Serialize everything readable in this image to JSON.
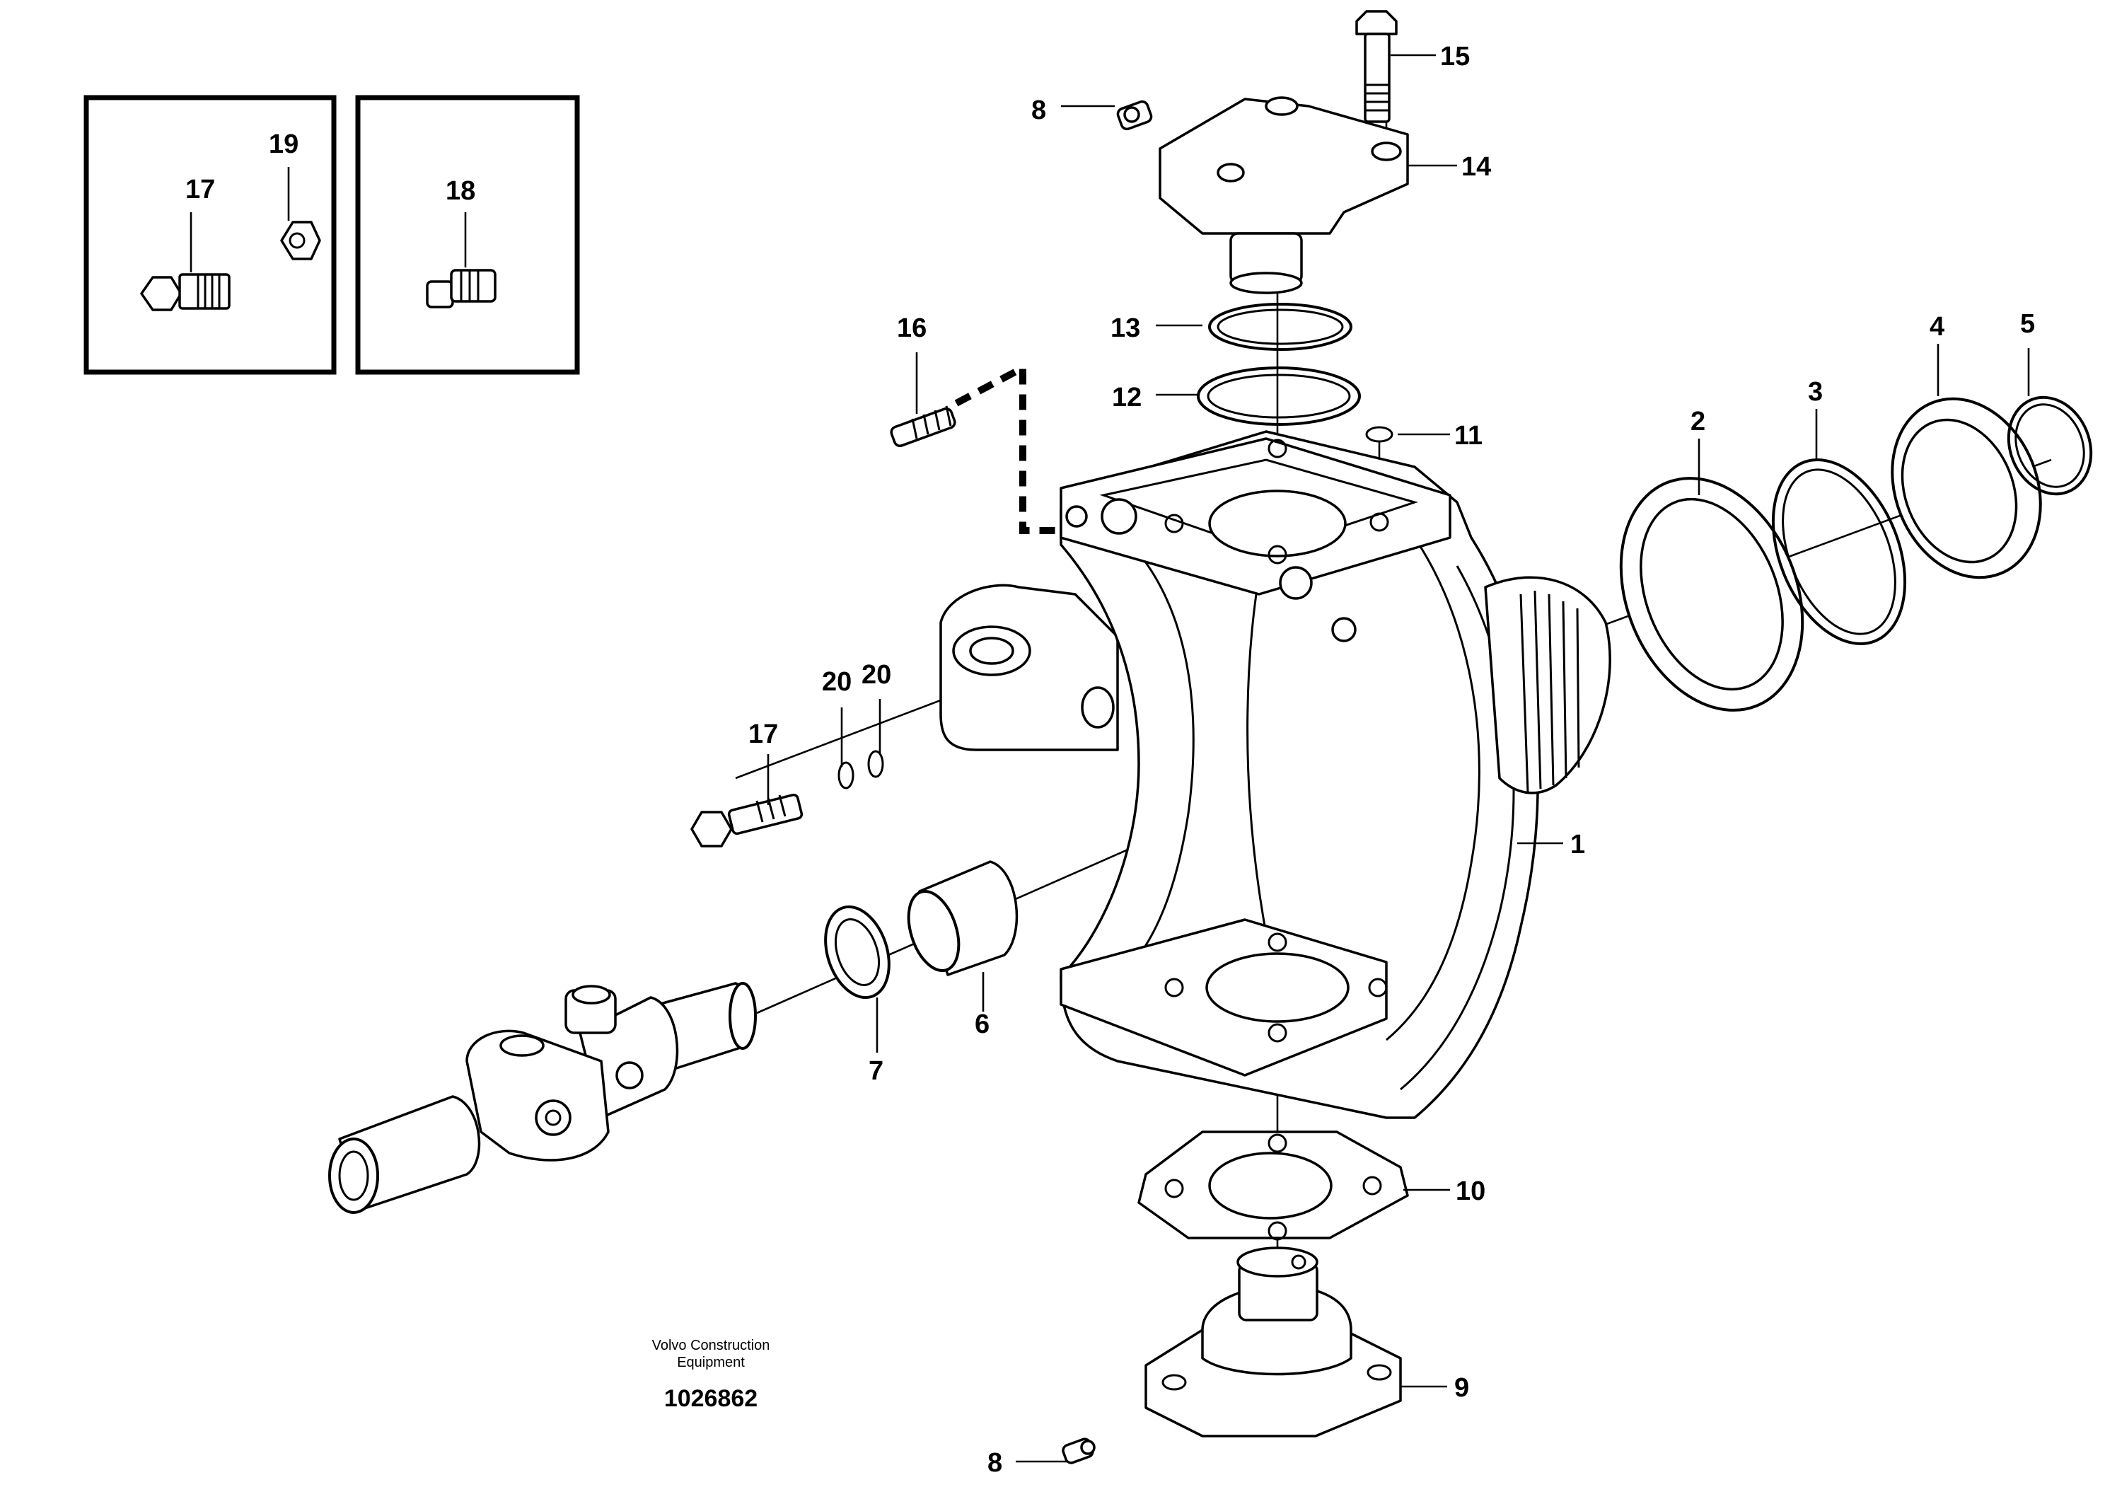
{
  "diagram": {
    "callouts": {
      "c1": "1",
      "c2": "2",
      "c3": "3",
      "c4": "4",
      "c5": "5",
      "c6": "6",
      "c7": "7",
      "c8a": "8",
      "c8b": "8",
      "c9": "9",
      "c10": "10",
      "c11": "11",
      "c12": "12",
      "c13": "13",
      "c14": "14",
      "c15": "15",
      "c16": "16",
      "c17a": "17",
      "c17b": "17",
      "c18": "18",
      "c19": "19",
      "c20a": "20",
      "c20b": "20"
    },
    "footer": {
      "brand_line1": "Volvo Construction",
      "brand_line2": "Equipment",
      "drawing_number": "1026862"
    }
  }
}
